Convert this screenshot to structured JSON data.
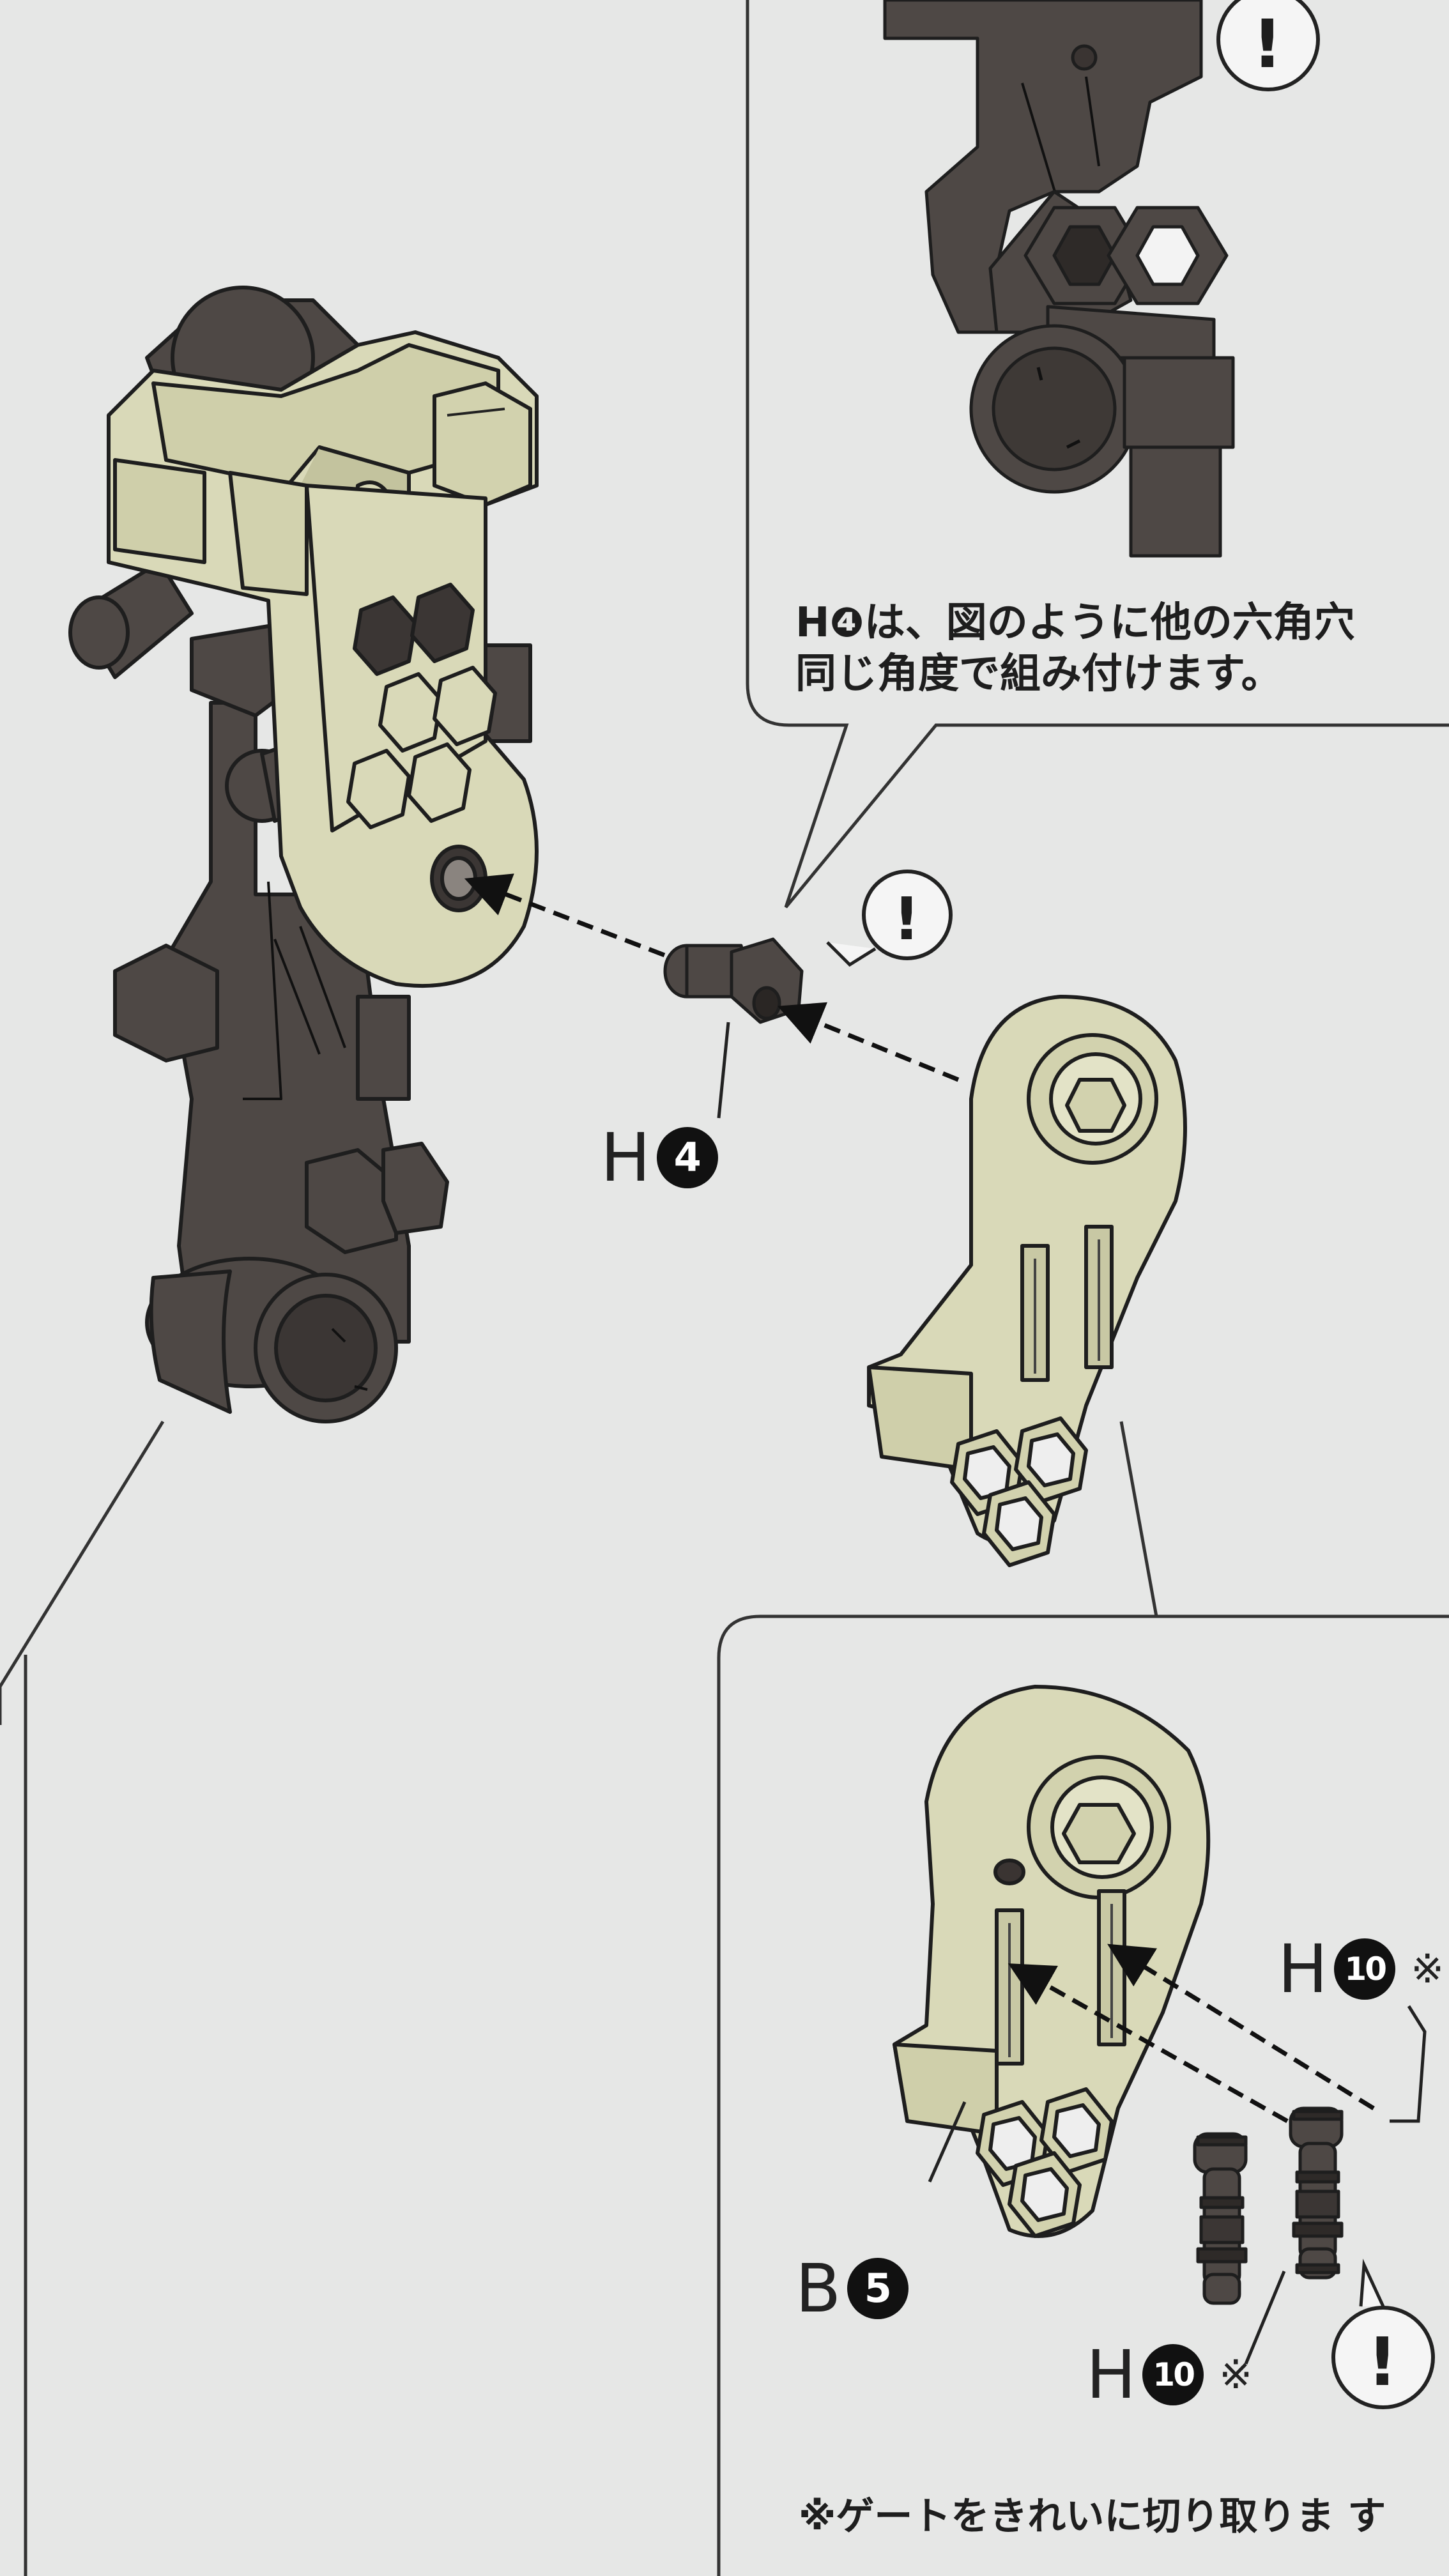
{
  "callout_top": {
    "line1": "H❹は、図のように他の六角穴",
    "line2": "同じ角度で組み付けます。"
  },
  "parts": {
    "h4": {
      "letter": "H",
      "number": "4"
    },
    "b5": {
      "letter": "B",
      "number": "5"
    },
    "h10_right": {
      "letter": "H",
      "number": "10",
      "mark": "※"
    },
    "h10_bottom": {
      "letter": "H",
      "number": "10",
      "mark": "※"
    }
  },
  "caution_symbol": "!",
  "callout_bottom": {
    "note": "※ゲートをきれいに切り取りま す"
  },
  "colors": {
    "background": "#e6e7e6",
    "part_light": "#d9d9b8",
    "part_dark": "#4e4845",
    "outline": "#222222"
  }
}
